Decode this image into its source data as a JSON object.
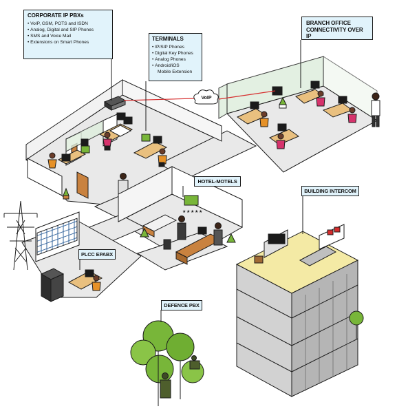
{
  "callouts": {
    "corporate": {
      "title": "CORPORATE IP PBXs",
      "items": [
        "VoIP, GSM, POTS and ISDN",
        "Analog, Digital and SIP Phones",
        "SMS and Voice Mail",
        "Extensions on Smart Phones"
      ]
    },
    "terminals": {
      "title": "TERMINALS",
      "items": [
        "IP/SIP Phones",
        "Digital Key Phones",
        "Analog Phones",
        "Android/iOS",
        "Mobile Extension"
      ]
    },
    "branch": {
      "title_line1": "BRANCH OFFICE",
      "title_line2": "CONNECTIVITY OVER IP"
    }
  },
  "tags": {
    "hotel": "HOTEL-MOTELS",
    "intercom": "BUILDING INTERCOM",
    "plcc": "PLCC EPABX",
    "defence": "DEFENCE PBX"
  },
  "voip": "VoIP",
  "hotel_rating_stars": 5,
  "colors": {
    "callout_fill": "#e1f3fb",
    "outline": "#1b1b1b",
    "floor": "#e9e9e9",
    "glass": "#dfeedd",
    "accent_orange": "#e69127",
    "accent_pink": "#d6336c",
    "tree_green": "#78b639",
    "wall_wood": "#c9823f",
    "tower_facade": "#d2d2d2",
    "tower_roof": "#f4eaa5"
  }
}
